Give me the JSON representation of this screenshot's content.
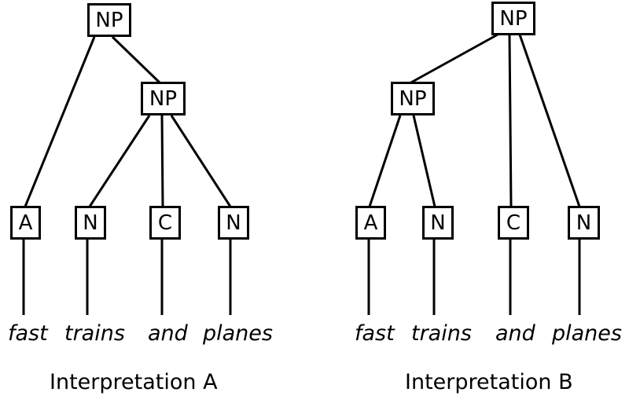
{
  "colors": {
    "background": "#ffffff",
    "stroke": "#000000",
    "text": "#000000"
  },
  "trees": [
    {
      "caption": "Interpretation A",
      "root_label": "NP",
      "inner_label": "NP",
      "leaf_labels": [
        "A",
        "N",
        "C",
        "N"
      ],
      "words": [
        "fast",
        "trains",
        "and",
        "planes"
      ],
      "structure": {
        "root_children": [
          "A",
          "NP-inner"
        ],
        "inner_children": [
          "N",
          "C",
          "N"
        ]
      }
    },
    {
      "caption": "Interpretation B",
      "root_label": "NP",
      "inner_label": "NP",
      "leaf_labels": [
        "A",
        "N",
        "C",
        "N"
      ],
      "words": [
        "fast",
        "trains",
        "and",
        "planes"
      ],
      "structure": {
        "root_children": [
          "NP-inner",
          "C",
          "N"
        ],
        "inner_children": [
          "A",
          "N"
        ]
      }
    }
  ]
}
